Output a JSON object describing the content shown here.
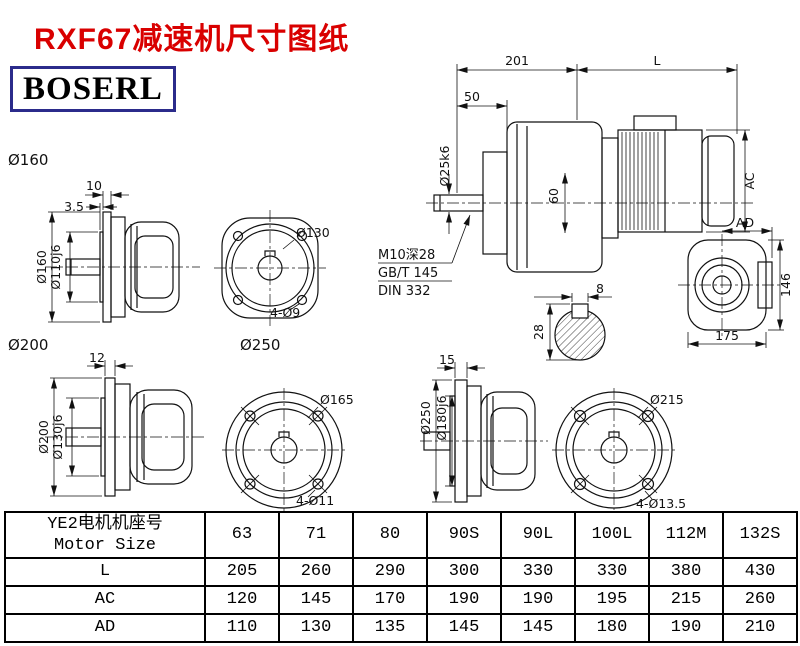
{
  "page": {
    "title": "RXF67减速机尺寸图纸",
    "brand": "BOSERL",
    "colors": {
      "title_red": "#d90000",
      "brand_border": "#2b2b8b",
      "line": "#111111"
    }
  },
  "main_view": {
    "dim_overall_left": "201",
    "dim_overall_right": "L",
    "dim_shaft_length": "50",
    "dim_shaft_dia": "Ø25k6",
    "dim_spigot": "60",
    "dim_motor_dia": "AC",
    "note_tap": "M10深28",
    "note_std1": "GB/T 145",
    "note_std2": "DIN 332"
  },
  "motor_end_view": {
    "dim_ad": "AD",
    "dim_height": "146",
    "dim_width": "175"
  },
  "key_section": {
    "dim_key_width": "8",
    "dim_height": "28"
  },
  "flange_units": [
    {
      "caption": "Ø160",
      "dim_flange_thk": "10",
      "dim_spigot_depth": "3.5",
      "dim_outer": "Ø160",
      "dim_spigot_dia": "Ø110j6",
      "dim_bolt_circle": "Ø130",
      "dim_holes": "4-Ø9"
    },
    {
      "caption": "Ø200",
      "dim_flange_thk": "12",
      "dim_outer": "Ø200",
      "dim_spigot_dia": "Ø130j6",
      "dim_bolt_circle": "Ø165",
      "dim_holes": "4-Ø11"
    },
    {
      "caption": "Ø250",
      "dim_flange_thk": "15",
      "dim_outer": "Ø250",
      "dim_spigot_dia": "Ø180j6",
      "dim_bolt_circle": "Ø215",
      "dim_holes": "4-Ø13.5"
    }
  ],
  "table": {
    "header_cn": "YE2电机机座号",
    "header_en": "Motor Size",
    "columns": [
      "63",
      "71",
      "80",
      "90S",
      "90L",
      "100L",
      "112M",
      "132S"
    ],
    "rows": [
      {
        "label": "L",
        "values": [
          "205",
          "260",
          "290",
          "300",
          "330",
          "330",
          "380",
          "430"
        ]
      },
      {
        "label": "AC",
        "values": [
          "120",
          "145",
          "170",
          "190",
          "190",
          "195",
          "215",
          "260"
        ]
      },
      {
        "label": "AD",
        "values": [
          "110",
          "130",
          "135",
          "145",
          "145",
          "180",
          "190",
          "210"
        ]
      }
    ]
  }
}
